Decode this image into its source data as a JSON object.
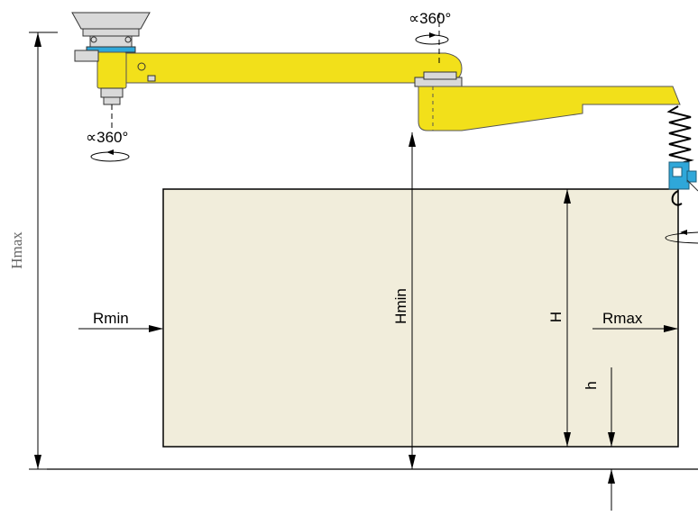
{
  "labels": {
    "hmax": "Hmax",
    "hmin": "Hmin",
    "rmin": "Rmin",
    "rmax": "Rmax",
    "H": "H",
    "h": "h",
    "rot_top": "∝360°",
    "rot_left": "∝360°"
  },
  "colors": {
    "work_area": "#f1eddb",
    "arm": "#f2e01a",
    "tool": "#2fa7d9",
    "frame": "#000000"
  },
  "icons": {
    "rotation": "rotation-arrow-icon",
    "spring": "spring-icon",
    "hook": "hook-icon"
  }
}
